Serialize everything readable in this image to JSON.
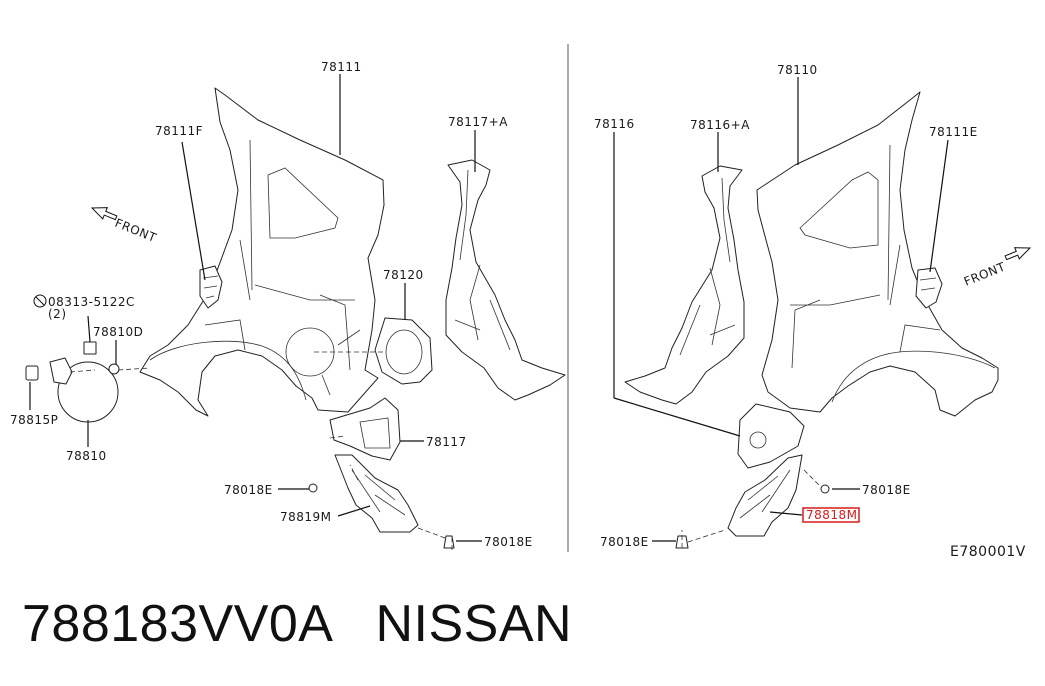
{
  "diagram": {
    "left_labels": {
      "p78111": "78111",
      "p78111F": "78111F",
      "p78117A": "78117+A",
      "front": "FRONT",
      "bolt_code": "08313-5122C",
      "bolt_qty": "(2)",
      "p78810D": "78810D",
      "p78120": "78120",
      "p78815P": "78815P",
      "p78810": "78810",
      "p78117": "78117",
      "p78018E_a": "78018E",
      "p78819M": "78819M",
      "p78018E_b": "78018E"
    },
    "right_labels": {
      "p78110": "78110",
      "p78116": "78116",
      "p78116A": "78116+A",
      "p78111E": "78111E",
      "front": "FRONT",
      "p78018E_a": "78018E",
      "p78818M": "78818M",
      "p78018E_b": "78018E",
      "diagram_code": "E780001V"
    },
    "highlight_color": "#d81b1b"
  },
  "caption": {
    "part_number": "788183VV0A",
    "brand": "NISSAN"
  }
}
